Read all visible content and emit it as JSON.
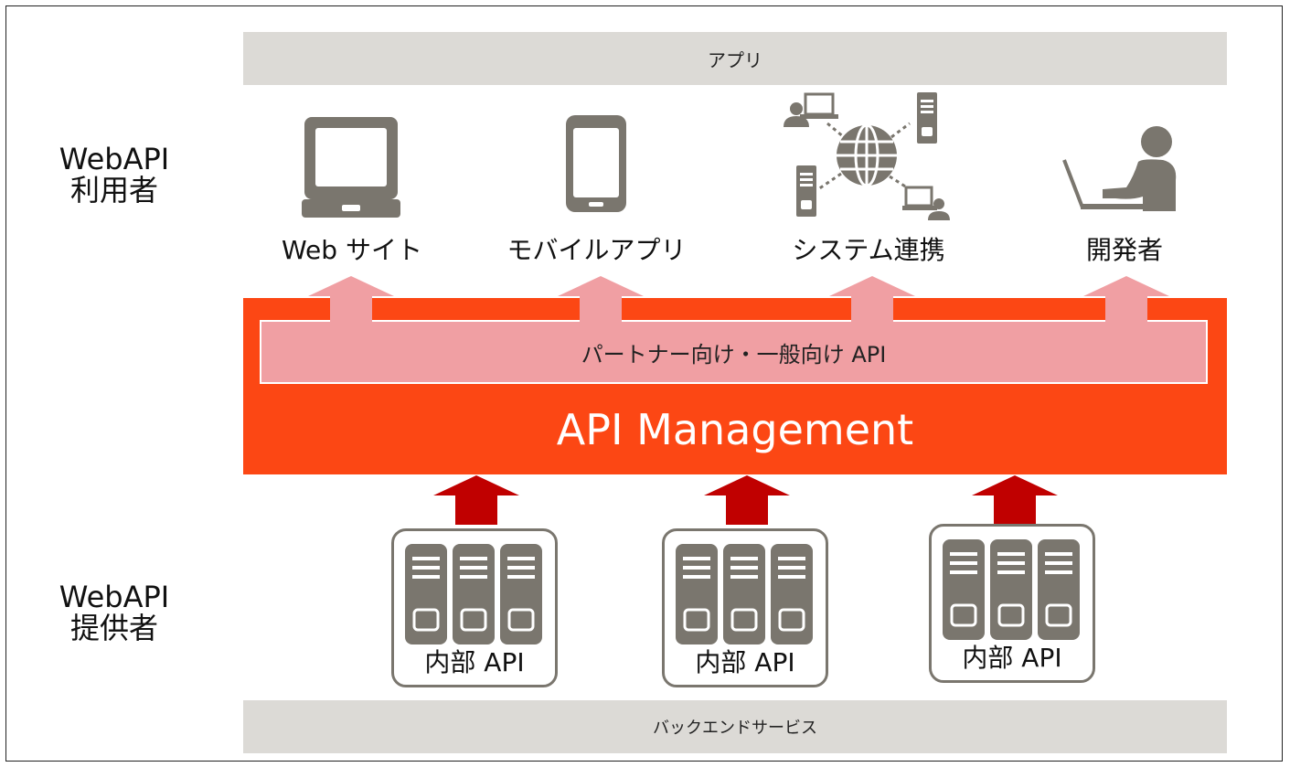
{
  "app_band": {
    "label": "アプリ"
  },
  "backend_band": {
    "label": "バックエンドサービス"
  },
  "consumer_label": "WebAPI\n利用者",
  "provider_label": "WebAPI\n提供者",
  "consumers": [
    {
      "label": "Web サイト",
      "icon": "monitor-icon"
    },
    {
      "label": "モバイルアプリ",
      "icon": "smartphone-icon"
    },
    {
      "label": "システム連携",
      "icon": "network-globe-icon"
    },
    {
      "label": "開発者",
      "icon": "developer-icon"
    }
  ],
  "management": {
    "public_api_label": "パートナー向け・一般向け API",
    "title": "API Management"
  },
  "providers": [
    {
      "label": "内部 API",
      "icon": "server-rack-icon"
    },
    {
      "label": "内部 API",
      "icon": "server-rack-icon"
    },
    {
      "label": "内部 API",
      "icon": "server-rack-icon"
    }
  ],
  "colors": {
    "management_fill": "#fc4714",
    "public_api_fill": "#f09fa3",
    "up_arrow_light": "#f09fa3",
    "up_arrow_dark": "#c00000",
    "icon_gray": "#7a766e",
    "band_gray": "#dcdad6"
  }
}
